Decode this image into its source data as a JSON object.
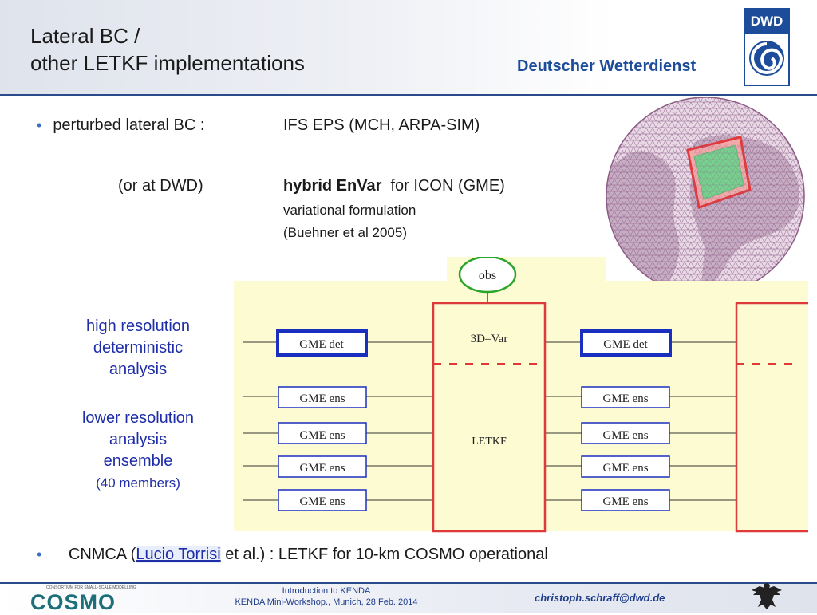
{
  "header": {
    "title_line1": "Lateral BC /",
    "title_line2": "other LETKF implementations",
    "org_name": "Deutscher Wetterdienst",
    "logo_text": "DWD"
  },
  "content": {
    "bullet1_label": "perturbed lateral BC :",
    "bullet1_value": "IFS EPS (MCH, ARPA-SIM)",
    "dwd_label": "(or at DWD)",
    "hybrid_bold": "hybrid EnVar",
    "hybrid_rest": "for ICON  (GME)",
    "var_line1": "variational formulation",
    "var_line2": "(Buehner et al 2005)",
    "left_label1": [
      "high resolution",
      "deterministic",
      "analysis"
    ],
    "left_label2": [
      "lower resolution",
      "analysis",
      "ensemble"
    ],
    "left_label2_small": "(40 members)",
    "bullet2_pre": "CNMCA (",
    "bullet2_link": "Lucio Torrisi",
    "bullet2_post": " et al.) :  LETKF for 10-km COSMO operational"
  },
  "diagram": {
    "obs": "obs",
    "var3d": "3D–Var",
    "letkf": "LETKF",
    "det": "GME det",
    "ens": "GME ens"
  },
  "footer": {
    "center_line1": "Introduction to KENDA",
    "center_line2": "KENDA Mini-Workshop.,  Munich,  28 Feb. 2014",
    "email": "christoph.schraff@dwd.de",
    "cosmo": "COSMO",
    "cosmo_tag": "CONSORTIUM FOR SMALL-SCALE MODELLING"
  },
  "colors": {
    "title_bar": "#2b4a8b",
    "label_blue": "#1f2ea8",
    "box_blue": "#1a2fbf",
    "letkf_red": "#e0393b",
    "diagram_bg": "#fdfbd2"
  }
}
